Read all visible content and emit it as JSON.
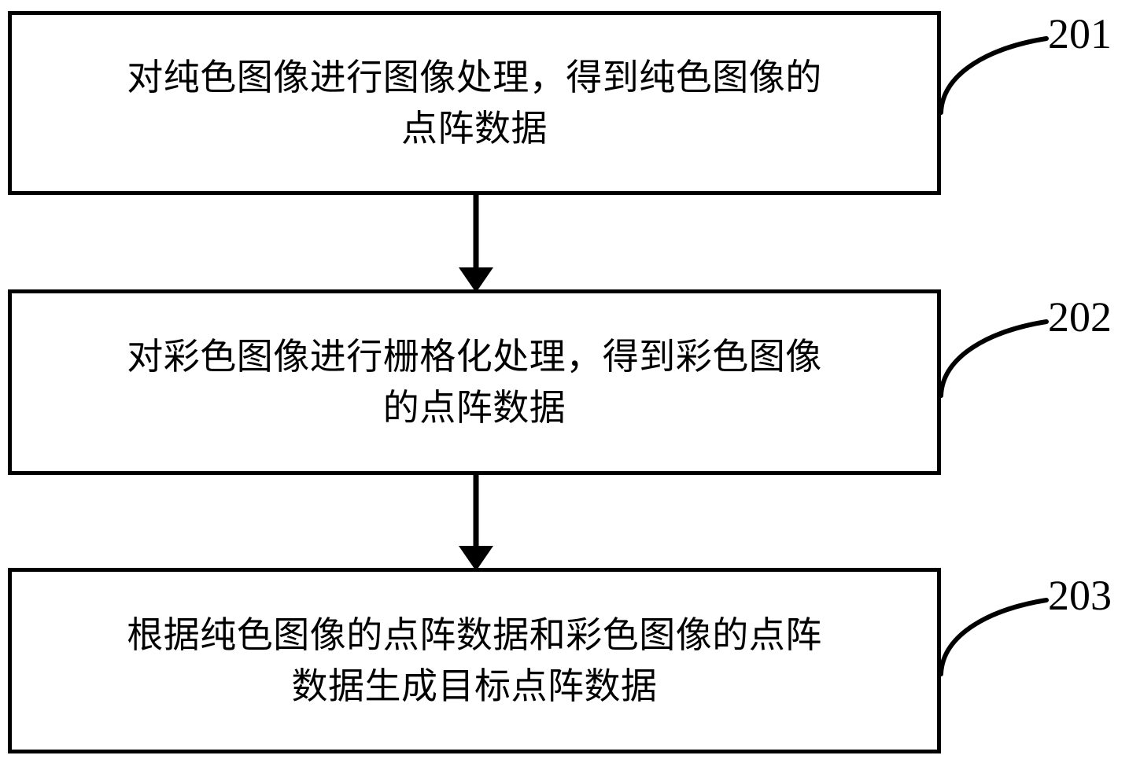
{
  "diagram": {
    "type": "flowchart",
    "orientation": "vertical",
    "background_color": "#ffffff",
    "line_color": "#000000",
    "steps": [
      {
        "ref": "201",
        "text": "对纯色图像进行图像处理，得到纯色图像的\n点阵数据",
        "line1": "对纯色图像进行图像处理，得到纯色图像的",
        "line2": "点阵数据"
      },
      {
        "ref": "202",
        "text": "对彩色图像进行栅格化处理，得到彩色图像\n的点阵数据",
        "line1": "对彩色图像进行栅格化处理，得到彩色图像",
        "line2": "的点阵数据"
      },
      {
        "ref": "203",
        "text": "根据纯色图像的点阵数据和彩色图像的点阵\n数据生成目标点阵数据",
        "line1": "根据纯色图像的点阵数据和彩色图像的点阵",
        "line2": "数据生成目标点阵数据"
      }
    ],
    "connectors": [
      {
        "from": "201",
        "to": "202",
        "style": "solid-arrow-down"
      },
      {
        "from": "202",
        "to": "203",
        "style": "solid-arrow-down"
      }
    ]
  }
}
